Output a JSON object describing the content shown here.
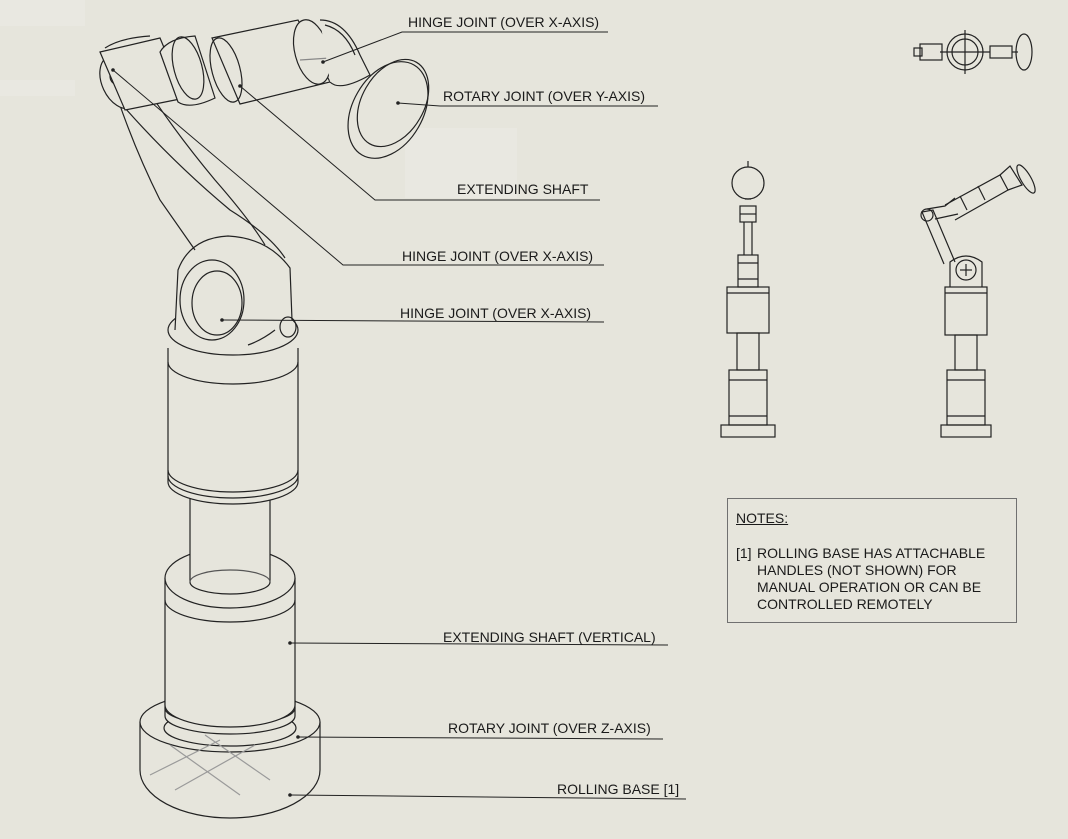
{
  "callouts": {
    "hinge_top": "HINGE JOINT (OVER X-AXIS)",
    "rotary_y": "ROTARY JOINT (OVER Y-AXIS)",
    "extending_shaft": "EXTENDING SHAFT",
    "hinge_mid": "HINGE JOINT (OVER X-AXIS)",
    "hinge_low": "HINGE JOINT (OVER X-AXIS)",
    "extending_vertical": "EXTENDING SHAFT (VERTICAL)",
    "rotary_z": "ROTARY JOINT (OVER Z-AXIS)",
    "rolling_base": "ROLLING BASE [1]"
  },
  "notes": {
    "title": "NOTES:",
    "marker": "[1]",
    "text": "ROLLING BASE HAS ATTACHABLE HANDLES (NOT SHOWN) FOR MANUAL OPERATION OR CAN BE CONTROLLED REMOTELY"
  },
  "colors": {
    "background": "#e6e5dc",
    "line": "#222222",
    "text": "#1a1a1a",
    "note_border": "#707070"
  }
}
